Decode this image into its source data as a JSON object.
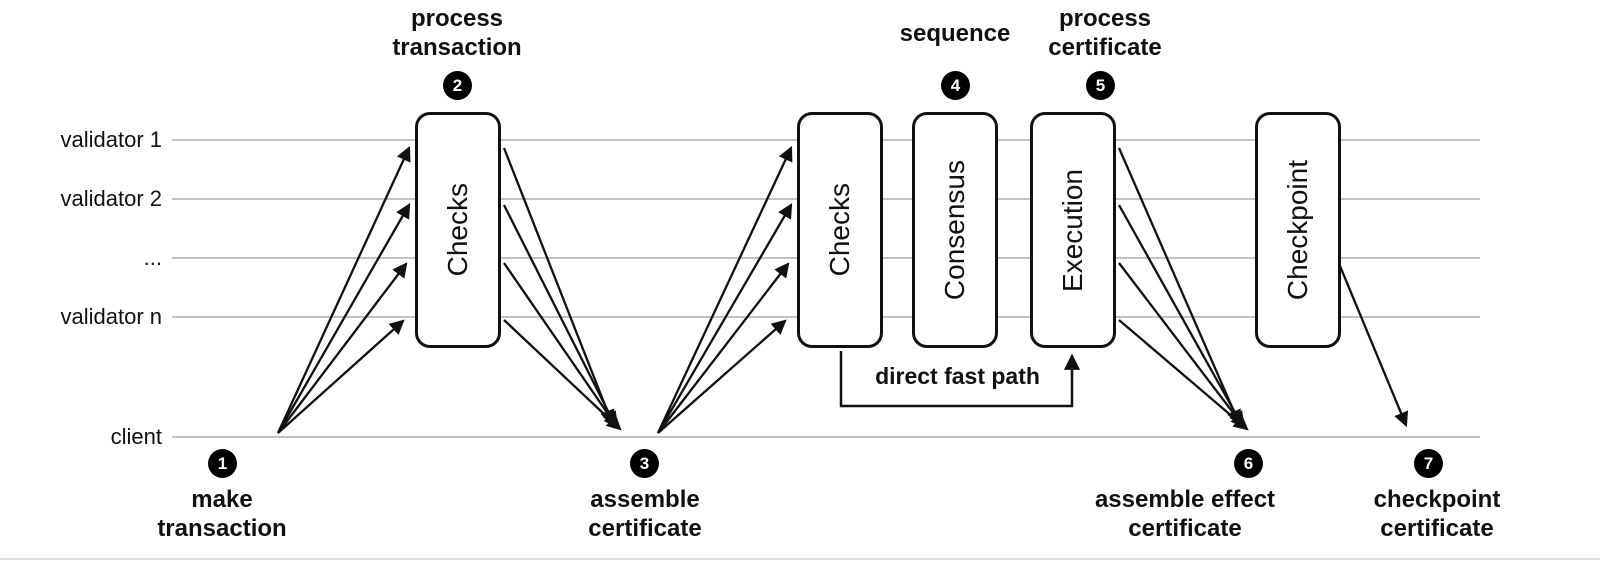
{
  "diagram": {
    "lanes": [
      {
        "label": "validator 1"
      },
      {
        "label": "validator 2"
      },
      {
        "label": "..."
      },
      {
        "label": "validator n"
      },
      {
        "label": "client"
      }
    ],
    "stages": [
      {
        "label": "Checks"
      },
      {
        "label": "Checks"
      },
      {
        "label": "Consensus"
      },
      {
        "label": "Execution"
      },
      {
        "label": "Checkpoint"
      }
    ],
    "steps": [
      {
        "num": "1",
        "label": "make transaction"
      },
      {
        "num": "2",
        "label": "process transaction"
      },
      {
        "num": "3",
        "label": "assemble certificate"
      },
      {
        "num": "4",
        "label": "sequence"
      },
      {
        "num": "5",
        "label": "process certificate"
      },
      {
        "num": "6",
        "label": "assemble effect certificate"
      },
      {
        "num": "7",
        "label": "checkpoint certificate"
      }
    ],
    "fast_path_label": "direct fast path",
    "colors": {
      "lane_line": "#c2c2c2",
      "arrow": "#111111",
      "badge_bg": "#000000",
      "badge_text": "#ffffff",
      "box_border": "#111111",
      "background": "#ffffff"
    }
  }
}
